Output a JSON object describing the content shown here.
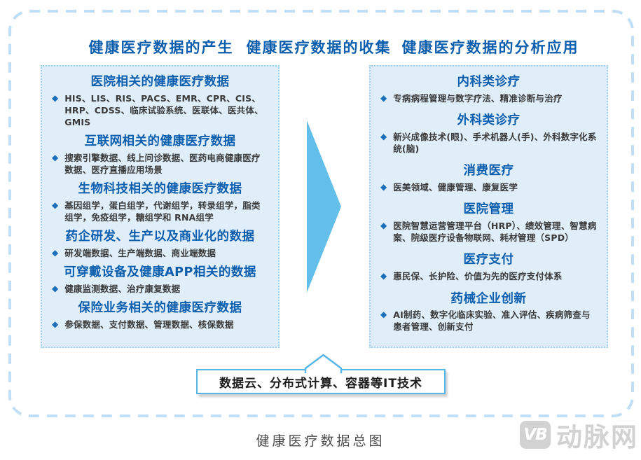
{
  "headers": [
    {
      "label": "健康医疗数据的产生"
    },
    {
      "label": "健康医疗数据的收集"
    },
    {
      "label": "健康医疗数据的分析应用"
    }
  ],
  "left_panel": {
    "sections": [
      {
        "title": "医院相关的健康医疗数据",
        "bullet": "HIS、LIS、RIS、PACS、EMR、CPR、CIS、HRP、CDSS、临床试验系统、医联体、医共体、GMIS"
      },
      {
        "title": "互联网相关的健康医疗数据",
        "bullet": "搜索引擎数据、线上问诊数据、医药电商健康医疗数据、医疗直播应用场景"
      },
      {
        "title": "生物科技相关的健康医疗数据",
        "bullet": "基因组学，蛋白组学，代谢组学，转录组学，脂类组学，免疫组学，糖组学和 RNA组学"
      },
      {
        "title": "药企研发、生产以及商业化的数据",
        "bullet": "研发端数据、生产端数据、商业端数据"
      },
      {
        "title": "可穿戴设备及健康APP相关的数据",
        "bullet": "健康监测数据、治疗康复数据"
      },
      {
        "title": "保险业务相关的健康医疗数据",
        "bullet": "参保数据、支付数据、管理数据、核保数据"
      }
    ]
  },
  "right_panel": {
    "sections": [
      {
        "title": "内科类诊疗",
        "bullet": "专病病程管理与数字疗法、精准诊断与治疗"
      },
      {
        "title": "外科类诊疗",
        "bullet": "新兴成像技术(眼)、手术机器人(手)、外科数字化系统(脑)"
      },
      {
        "title": "消费医疗",
        "bullet": "医美领域、健康管理、康复医学"
      },
      {
        "title": "医院管理",
        "bullet": "医院智慧运营管理平台（HRP）、绩效管理、智慧病案、院级医疗设备物联网、耗材管理（SPD）"
      },
      {
        "title": "医疗支付",
        "bullet": "惠民保、长护险、价值为先的医疗支付体系"
      },
      {
        "title": "药械企业创新",
        "bullet": "AI制药、数字化临床实验、准入评估、疾病筛查与患者管理、创新支付"
      }
    ]
  },
  "it_box": {
    "label": "数据云、分布式计算、容器等IT技术"
  },
  "caption": "健康医疗数据总图",
  "watermark": {
    "logo": "VB",
    "name": "动脉网"
  },
  "colors": {
    "deep_blue": "#0d5fae",
    "bullet_blue": "#1d6fb9",
    "arrow_blue": "#63bee9",
    "panel_bg": "#dfeef9",
    "panel_border": "#9fcfed",
    "outer_border": "#c0dff6",
    "it_box_border": "#56b6e8",
    "body_text": "#3a3a3a",
    "caption_gray": "#4c4c4c",
    "watermark_gray": "#d2d2d2"
  }
}
